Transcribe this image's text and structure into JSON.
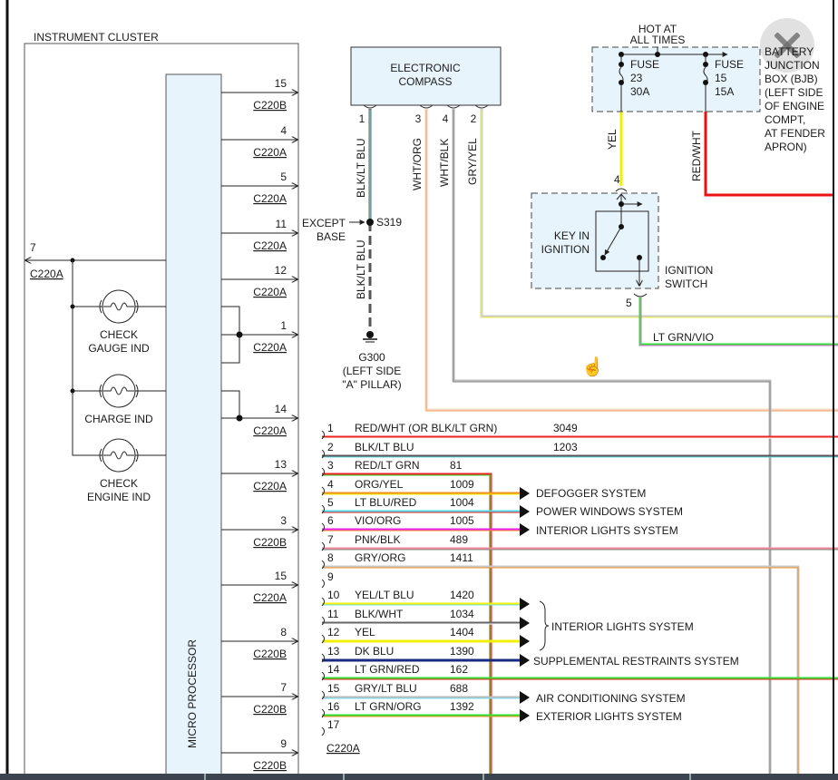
{
  "cluster": {
    "title": "INSTRUMENT CLUSTER",
    "processor": "MICRO PROCESSOR",
    "pins": [
      {
        "num": "15",
        "conn": "C220B"
      },
      {
        "num": "4",
        "conn": "C220A"
      },
      {
        "num": "5",
        "conn": "C220A"
      },
      {
        "num": "11",
        "conn": "C220A"
      },
      {
        "num": "12",
        "conn": "C220A"
      },
      {
        "num": "1",
        "conn": "C220A"
      },
      {
        "num": "14",
        "conn": "C220A"
      },
      {
        "num": "13",
        "conn": "C220A"
      },
      {
        "num": "3",
        "conn": "C220B"
      },
      {
        "num": "15",
        "conn": "C220A"
      },
      {
        "num": "8",
        "conn": "C220B"
      },
      {
        "num": "7",
        "conn": "C220B"
      },
      {
        "num": "9",
        "conn": "C220B"
      }
    ],
    "left_pin": {
      "num": "7",
      "conn": "C220A"
    },
    "lamps": [
      {
        "line1": "CHECK",
        "line2": "GAUGE IND"
      },
      {
        "line1": "CHARGE IND",
        "line2": ""
      },
      {
        "line1": "CHECK",
        "line2": "ENGINE IND"
      }
    ]
  },
  "compass": {
    "title1": "ELECTRONIC",
    "title2": "COMPASS",
    "pins": [
      {
        "num": "1",
        "wire": "BLK/LT BLU",
        "stroke": "#666666",
        "stripe": "#6fe0f0"
      },
      {
        "num": "3",
        "wire": "WHT/ORG",
        "stroke": "#f8d8c0",
        "stripe": "#f0a060"
      },
      {
        "num": "4",
        "wire": "WHT/BLK",
        "stroke": "#bbbbbb",
        "stripe": "#888888"
      },
      {
        "num": "2",
        "wire": "GRY/YEL",
        "stroke": "#cccccc",
        "stripe": "#f0f040"
      }
    ],
    "lower_wire": "BLK/LT BLU",
    "splice": "S319",
    "except1": "EXCEPT",
    "except2": "BASE",
    "ground": [
      "G300",
      "(LEFT SIDE",
      "\"A\" PILLAR)"
    ]
  },
  "bjb": {
    "hot": [
      "HOT AT",
      "ALL TIMES"
    ],
    "fuses": [
      {
        "label": "FUSE",
        "num": "23",
        "amps": "30A",
        "wire": "YEL",
        "stroke": "#f0f000"
      },
      {
        "label": "FUSE",
        "num": "15",
        "amps": "15A",
        "wire": "RED/WHT",
        "stroke": "#ee1111"
      }
    ],
    "name": [
      "BATTERY",
      "JUNCTION",
      "BOX (BJB)",
      "(LEFT SIDE",
      "OF ENGINE",
      "COMPT,",
      "AT FENDER",
      "APRON)"
    ]
  },
  "ignition": {
    "pin_in": "4",
    "inner": [
      "KEY IN",
      "IGNITION"
    ],
    "name": [
      "IGNITION",
      "SWITCH"
    ],
    "pin_out": "5",
    "wire_out": "LT GRN/VIO"
  },
  "connector": {
    "name": "C220A",
    "pins": [
      {
        "num": "1",
        "color": "RED/WHT (OR BLK/LT GRN)",
        "circuit": "3049",
        "stroke": "#ee2222",
        "stripe": "#ffffff"
      },
      {
        "num": "2",
        "color": "BLK/LT BLU",
        "circuit": "1203",
        "stroke": "#555555",
        "stripe": "#6fe0f0"
      },
      {
        "num": "3",
        "color": "RED/LT GRN",
        "circuit": "81",
        "stroke": "#ee2222",
        "stripe": "#33dd33"
      },
      {
        "num": "4",
        "color": "ORG/YEL",
        "circuit": "1009",
        "stroke": "#f09020",
        "stripe": "#f0f000"
      },
      {
        "num": "5",
        "color": "LT BLU/RED",
        "circuit": "1004",
        "stroke": "#50d8e8",
        "stripe": "#ee2222"
      },
      {
        "num": "6",
        "color": "VIO/ORG",
        "circuit": "1005",
        "stroke": "#ee22ee",
        "stripe": "#f09020"
      },
      {
        "num": "7",
        "color": "PNK/BLK",
        "circuit": "489",
        "stroke": "#f08898",
        "stripe": "#888888"
      },
      {
        "num": "8",
        "color": "GRY/ORG",
        "circuit": "1411",
        "stroke": "#c8c8c8",
        "stripe": "#f09020"
      },
      {
        "num": "9",
        "color": "",
        "circuit": "",
        "stroke": "",
        "stripe": ""
      },
      {
        "num": "10",
        "color": "YEL/LT BLU",
        "circuit": "1420",
        "stroke": "#f0f000",
        "stripe": "#6fe0f0"
      },
      {
        "num": "11",
        "color": "BLK/WHT",
        "circuit": "1034",
        "stroke": "#666666",
        "stripe": "#ffffff"
      },
      {
        "num": "12",
        "color": "YEL",
        "circuit": "1404",
        "stroke": "#f0f000",
        "stripe": ""
      },
      {
        "num": "13",
        "color": "DK BLU",
        "circuit": "1390",
        "stroke": "#1a2a80",
        "stripe": ""
      },
      {
        "num": "14",
        "color": "LT GRN/RED",
        "circuit": "162",
        "stroke": "#33dd33",
        "stripe": "#ee2222"
      },
      {
        "num": "15",
        "color": "GRY/LT BLU",
        "circuit": "688",
        "stroke": "#bbbbbb",
        "stripe": "#6fe0f0"
      },
      {
        "num": "16",
        "color": "LT GRN/ORG",
        "circuit": "1392",
        "stroke": "#33dd33",
        "stripe": "#f09020"
      },
      {
        "num": "17",
        "color": "",
        "circuit": "",
        "stroke": "",
        "stripe": ""
      }
    ],
    "destinations": [
      {
        "label": "DEFOGGER SYSTEM"
      },
      {
        "label": "POWER WINDOWS SYSTEM"
      },
      {
        "label": "INTERIOR LIGHTS SYSTEM"
      },
      {
        "label": "INTERIOR LIGHTS SYSTEM"
      },
      {
        "label": "SUPPLEMENTAL RESTRAINTS SYSTEM"
      },
      {
        "label": "AIR CONDITIONING SYSTEM"
      },
      {
        "label": "EXTERIOR LIGHTS SYSTEM"
      }
    ]
  },
  "icons": {
    "close": "close-icon",
    "cursor": "hand-pointer-icon",
    "lamp": "bulb-icon",
    "ground": "ground-icon"
  }
}
